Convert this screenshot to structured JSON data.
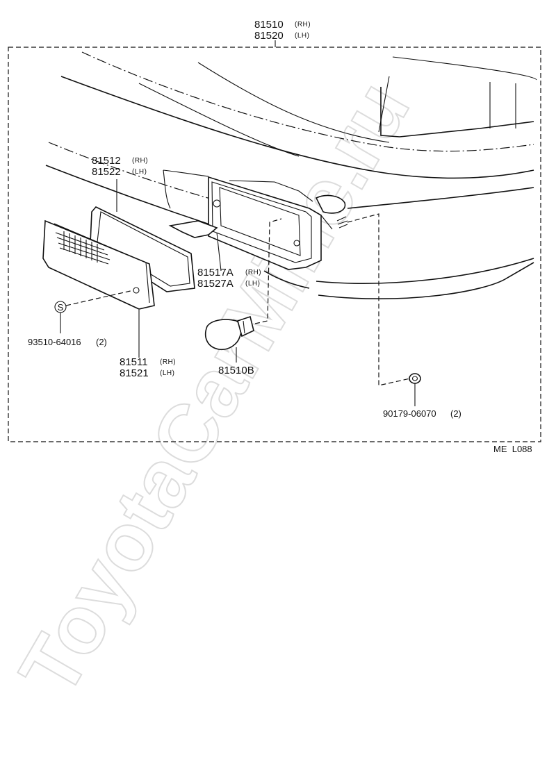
{
  "assembly": {
    "part_no": "81510",
    "part_no_side": "(RH)",
    "part_no_2": "81520",
    "part_no_2_side": "(LH)"
  },
  "parts": {
    "gasket": {
      "part_no": "81512",
      "side": "(RH)",
      "part_no_2": "81522",
      "side_2": "(LH)"
    },
    "bracket": {
      "part_no": "81517A",
      "side": "(RH)",
      "part_no_2": "81527A",
      "side_2": "(LH)"
    },
    "lens": {
      "part_no": "81511",
      "side": "(RH)",
      "part_no_2": "81521",
      "side_2": "(LH)"
    },
    "screw": {
      "part_no": "93510-64016",
      "qty": "(2)",
      "symbol": "S"
    },
    "bulb": {
      "part_no": "81510B"
    },
    "nut": {
      "part_no": "90179-06070",
      "qty": "(2)"
    }
  },
  "diagram_code": "ME  L088",
  "watermark": "ToyotaCarMine.ru"
}
